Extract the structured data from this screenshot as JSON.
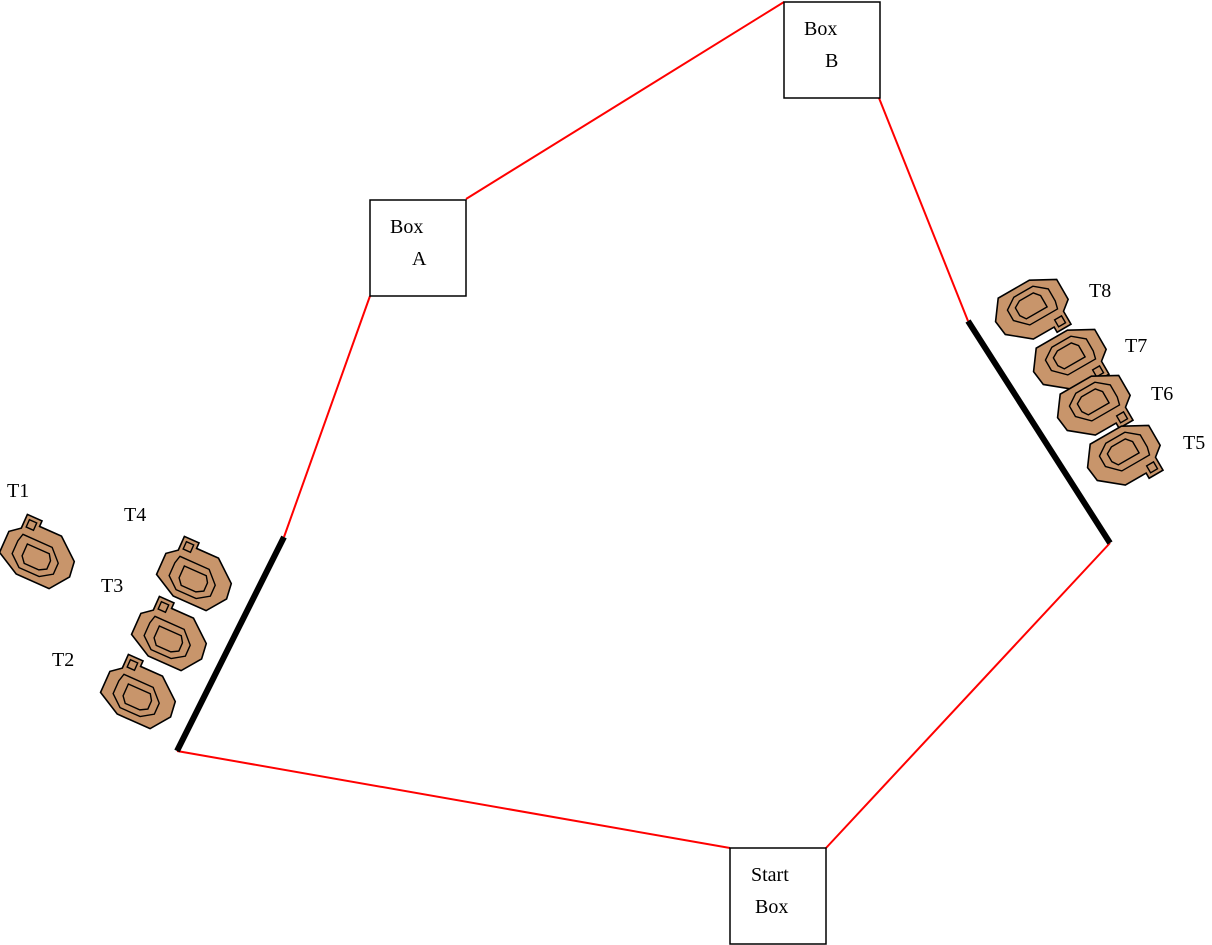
{
  "colors": {
    "course_line": "#ff0000",
    "wall": "#000000",
    "target_fill": "#c8956b",
    "box_border": "#000000"
  },
  "boxes": {
    "box_a": {
      "line1": "Box",
      "line2": "A"
    },
    "box_b": {
      "line1": "Box",
      "line2": "B"
    },
    "start": {
      "line1": "Start",
      "line2": "Box"
    }
  },
  "targets": {
    "t1": "T1",
    "t2": "T2",
    "t3": "T3",
    "t4": "T4",
    "t5": "T5",
    "t6": "T6",
    "t7": "T7",
    "t8": "T8"
  },
  "icons": {
    "target": "steel-silhouette-target-icon"
  }
}
